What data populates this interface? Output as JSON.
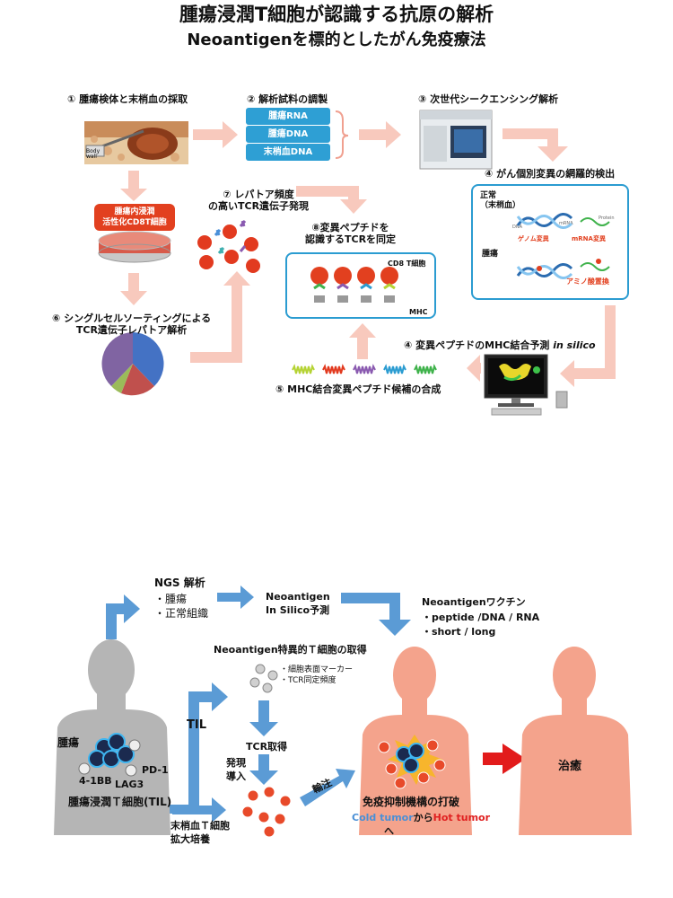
{
  "top": {
    "title": "腫瘍浸潤T細胞が認識する抗原の解析",
    "step1": "① 腫瘍検体と末梢血の採取",
    "step2": "② 解析試料の調製",
    "step3": "③ 次世代シークエンシング解析",
    "step4a": "④ がん個別変異の網羅的検出",
    "step4b_prefix": "④ 変異ペプチドのMHC結合予測 ",
    "step4b_italic": "in silico",
    "step5": "⑤ MHC結合変異ペプチド候補の合成",
    "step6_line1": "⑥ シングルセルソーティングによる",
    "step6_line2": "TCR遺伝子レパトア解析",
    "step7_line1": "⑦ レパトア頻度",
    "step7_line2": "の高いTCR遺伝子発現",
    "step8_line1": "⑧変異ペプチドを",
    "step8_line2": "認識するTCRを同定",
    "samples": [
      "腫瘍RNA",
      "腫瘍DNA",
      "末梢血DNA"
    ],
    "cd8_box_line1": "腫瘍内浸潤",
    "cd8_box_line2": "活性化CD8T細胞",
    "body_wall_line1": "Body",
    "body_wall_line2": "wall",
    "normal_label_line1": "正常",
    "normal_label_line2": "（末梢血）",
    "tumor_label": "腫瘍",
    "genome_mut": "ゲノム変異",
    "mrna_mut": "mRNA変異",
    "amino_sub": "アミノ酸置換",
    "dna_small": "DNA",
    "mrna_small": "mRNA",
    "protein_small": "Protein",
    "cd8_tcell": "CD8 T細胞",
    "mhc": "MHC"
  },
  "bottom": {
    "title": "Neoantigenを標的としたがん免疫療法",
    "ngs_title": "NGS 解析",
    "ngs_items": [
      "・腫瘍",
      "・正常組織"
    ],
    "neo_insilico_line1": "Neoantigen",
    "neo_insilico_line2": "In Silico予測",
    "vaccine_title": "Neoantigenワクチン",
    "vaccine_items": [
      "・peptide /DNA / RNA",
      "・short / long"
    ],
    "acq_title": "Neoantigen特異的Ｔ細胞の取得",
    "acq_items": [
      "・細胞表面マーカー",
      "・TCR同定頻度"
    ],
    "til": "TIL",
    "tcr_get": "TCR取得",
    "expr_line1": "発現",
    "expr_line2": "導入",
    "infusion": "輸注",
    "tumor": "腫瘍",
    "pd1": "PD-1",
    "b41bb": "4-1BB",
    "lag3": "LAG3",
    "til_full": "腫瘍浸潤Ｔ細胞(TIL)",
    "peripheral_line1": "末梢血Ｔ細胞",
    "peripheral_line2": "拡大培養",
    "breakthrough": "免疫抑制機構の打破",
    "cold": "Cold tumor",
    "kara": "から",
    "hot": "Hot tumor",
    "he": "へ",
    "cure": "治癒"
  },
  "colors": {
    "arrow_pink": "#f8c9bd",
    "accent_blue": "#2b9cd1",
    "red": "#e2401f",
    "body_gray": "#b5b5b5",
    "body_pink": "#f4a38c",
    "arrow_blue": "#5b9bd5",
    "cold_blue": "#4a8fd6",
    "hot_red": "#e02020"
  }
}
